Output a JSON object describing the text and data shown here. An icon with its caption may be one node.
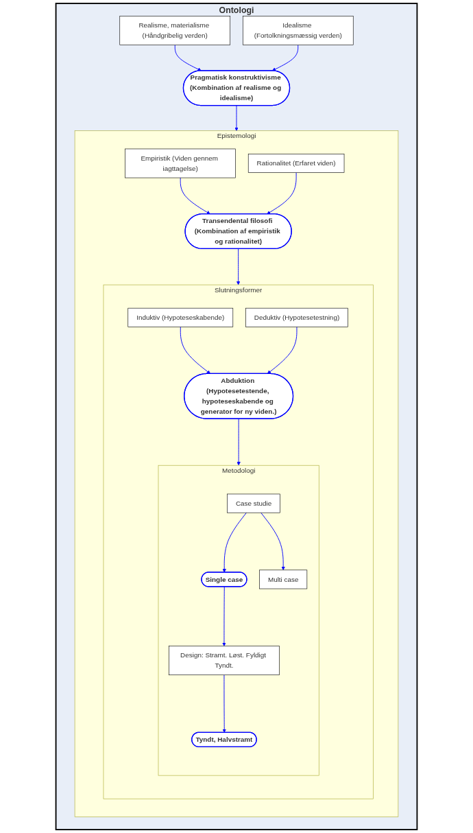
{
  "diagram": {
    "nodes": [
      {
        "text": [
          "Ontologi"
        ]
      },
      {
        "text": [
          "Realisme, materialisme (Håndgribelig verden)"
        ],
        "in": 0
      },
      {
        "text": [
          "Idealisme (Fortolkningsmæssig verden)"
        ],
        "in": 0
      },
      {
        "text": [
          "Pragmatisk konstruktivisme (Kombination af realisme og idealisme)"
        ],
        "in": 0
      },
      {
        "text": [
          "Epistemologi"
        ],
        "in": 0
      },
      {
        "text": [
          "Empiristik (Viden gennem iagttagelse)"
        ],
        "in": 4
      },
      {
        "text": [
          "Rationalitet (Erfaret viden)"
        ],
        "in": 4
      },
      {
        "text": [
          "Transendental filosofi (Kombination af empiristik og rationalitet)"
        ],
        "in": 4
      },
      {
        "text": [
          "Slutningsformer"
        ],
        "in": 4
      },
      {
        "text": [
          "Induktiv (Hypoteseskabende)"
        ],
        "in": 8
      },
      {
        "text": [
          "Deduktiv (Hypotesetestning)"
        ],
        "in": 8
      },
      {
        "text": [
          "Abduktion (Hypotesetestende, hypoteseskabende og generator for ny viden.)"
        ],
        "in": 8
      },
      {
        "text": [
          "Metodologi"
        ],
        "in": 8
      },
      {
        "text": [
          "Case studie"
        ],
        "in": 12
      },
      {
        "text": [
          "Single case"
        ],
        "in": 12
      },
      {
        "text": [
          "Multi case"
        ],
        "in": 12
      },
      {
        "text": [
          "Design: Stramt. Løst. Fyldigt Tyndt."
        ],
        "in": 12
      },
      {
        "text": [
          "Tyndt, Halvstramt"
        ],
        "in": 12
      }
    ],
    "edges": [
      {
        "from": 1,
        "to": 3,
        "arrow": "to"
      },
      {
        "from": 2,
        "to": 3,
        "arrow": "to"
      },
      {
        "from": 3,
        "to": 4,
        "arrow": "to"
      },
      {
        "from": 5,
        "to": 7,
        "arrow": "to"
      },
      {
        "from": 6,
        "to": 7,
        "arrow": "to"
      },
      {
        "from": 7,
        "to": 8,
        "arrow": "to"
      },
      {
        "from": 9,
        "to": 11,
        "arrow": "to"
      },
      {
        "from": 10,
        "to": 11,
        "arrow": "to"
      },
      {
        "from": 11,
        "to": 12,
        "arrow": "to"
      },
      {
        "from": 13,
        "to": 14,
        "arrow": "to"
      },
      {
        "from": 13,
        "to": 15,
        "arrow": "to"
      },
      {
        "from": 14,
        "to": 16,
        "arrow": "to"
      },
      {
        "from": 16,
        "to": 17,
        "arrow": "to"
      }
    ]
  }
}
